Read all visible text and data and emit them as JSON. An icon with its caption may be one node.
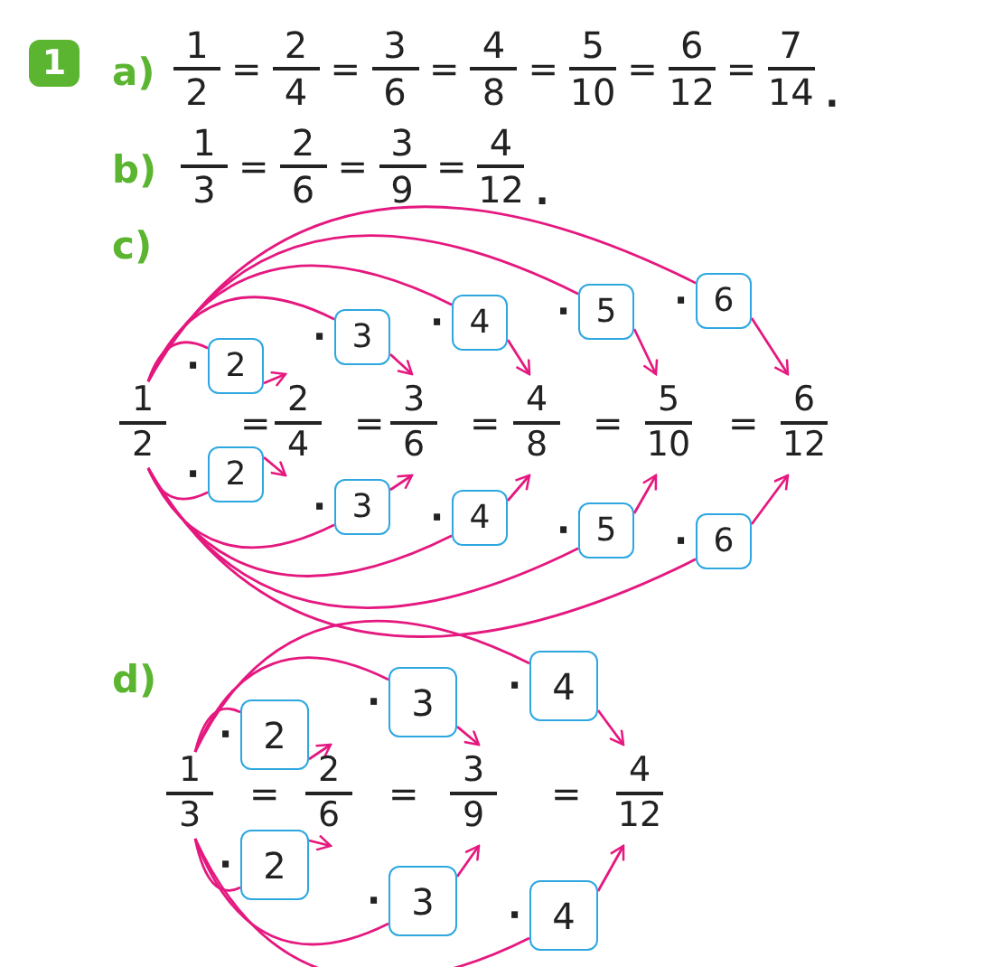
{
  "diagram": {
    "nodes": [
      {
        "text": [
          "1"
        ]
      },
      {
        "text": [
          "2"
        ],
        "beside": [
          "·"
        ]
      },
      {
        "text": [
          "3"
        ],
        "beside": [
          "·"
        ]
      },
      {
        "text": [
          "4"
        ],
        "beside": [
          "·"
        ]
      },
      {
        "text": [
          "5"
        ],
        "beside": [
          "·"
        ]
      },
      {
        "text": [
          "6"
        ],
        "beside": [
          "·"
        ]
      },
      {
        "text": [
          "1",
          "2"
        ]
      },
      {
        "text": [
          "2",
          "4"
        ]
      },
      {
        "text": [
          "3",
          "6"
        ]
      },
      {
        "text": [
          "4",
          "8"
        ]
      },
      {
        "text": [
          "5",
          "10"
        ]
      },
      {
        "text": [
          "6",
          "12"
        ]
      },
      {
        "text": [
          "2"
        ],
        "beside": [
          "·"
        ]
      },
      {
        "text": [
          "3"
        ],
        "beside": [
          "·"
        ]
      },
      {
        "text": [
          "4"
        ],
        "beside": [
          "·"
        ]
      },
      {
        "text": [
          "5"
        ],
        "beside": [
          "·"
        ]
      },
      {
        "text": [
          "6"
        ],
        "beside": [
          "·"
        ]
      },
      {
        "text": [
          "2"
        ],
        "beside": [
          "·"
        ]
      },
      {
        "text": [
          "3"
        ],
        "beside": [
          "·"
        ]
      },
      {
        "text": [
          "4"
        ],
        "beside": [
          "·"
        ]
      },
      {
        "text": [
          "1",
          "3"
        ]
      },
      {
        "text": [
          "2",
          "6"
        ]
      },
      {
        "text": [
          "3",
          "9"
        ]
      },
      {
        "text": [
          "4",
          "12"
        ]
      },
      {
        "text": [
          "2"
        ],
        "beside": [
          "·"
        ]
      },
      {
        "text": [
          "3"
        ],
        "beside": [
          "·"
        ]
      },
      {
        "text": [
          "4"
        ],
        "beside": [
          "·"
        ]
      }
    ],
    "edges": [
      {
        "from": 6,
        "to": 1,
        "arrow": "none"
      },
      {
        "from": 1,
        "to": 7,
        "arrow": "to"
      },
      {
        "from": 6,
        "to": 2,
        "arrow": "none"
      },
      {
        "from": 2,
        "to": 8,
        "arrow": "to"
      },
      {
        "from": 6,
        "to": 3,
        "arrow": "none"
      },
      {
        "from": 3,
        "to": 9,
        "arrow": "to"
      },
      {
        "from": 6,
        "to": 4,
        "arrow": "none"
      },
      {
        "from": 4,
        "to": 10,
        "arrow": "to"
      },
      {
        "from": 6,
        "to": 5,
        "arrow": "none"
      },
      {
        "from": 5,
        "to": 11,
        "arrow": "to"
      },
      {
        "from": 6,
        "to": 12,
        "arrow": "none"
      },
      {
        "from": 12,
        "to": 7,
        "arrow": "to"
      },
      {
        "from": 6,
        "to": 13,
        "arrow": "none"
      },
      {
        "from": 13,
        "to": 8,
        "arrow": "to"
      },
      {
        "from": 6,
        "to": 14,
        "arrow": "none"
      },
      {
        "from": 14,
        "to": 9,
        "arrow": "to"
      },
      {
        "from": 6,
        "to": 15,
        "arrow": "none"
      },
      {
        "from": 15,
        "to": 10,
        "arrow": "to"
      },
      {
        "from": 6,
        "to": 16,
        "arrow": "none"
      },
      {
        "from": 16,
        "to": 11,
        "arrow": "to"
      },
      {
        "from": 20,
        "to": 17,
        "arrow": "none"
      },
      {
        "from": 17,
        "to": 21,
        "arrow": "to"
      },
      {
        "from": 20,
        "to": 18,
        "arrow": "none"
      },
      {
        "from": 18,
        "to": 22,
        "arrow": "to"
      },
      {
        "from": 20,
        "to": 19,
        "arrow": "none"
      },
      {
        "from": 19,
        "to": 23,
        "arrow": "to"
      },
      {
        "from": 20,
        "to": 24,
        "arrow": "none"
      },
      {
        "from": 24,
        "to": 21,
        "arrow": "to"
      },
      {
        "from": 20,
        "to": 25,
        "arrow": "none"
      },
      {
        "from": 25,
        "to": 22,
        "arrow": "to"
      },
      {
        "from": 20,
        "to": 26,
        "arrow": "none"
      },
      {
        "from": 26,
        "to": 23,
        "arrow": "to"
      }
    ],
    "labels": [
      "a)",
      "1",
      "2",
      "=",
      "2",
      "4",
      "=",
      "3",
      "6",
      "=",
      "4",
      "8",
      "=",
      "5",
      "10",
      "=",
      "6",
      "12",
      "=",
      "7",
      "14",
      ".",
      "b)",
      "1",
      "3",
      "=",
      "2",
      "6",
      "=",
      "3",
      "9",
      "=",
      "4",
      "12",
      ".",
      "c)",
      "=",
      "=",
      "=",
      "=",
      "=",
      "d)",
      "=",
      "=",
      "="
    ]
  }
}
